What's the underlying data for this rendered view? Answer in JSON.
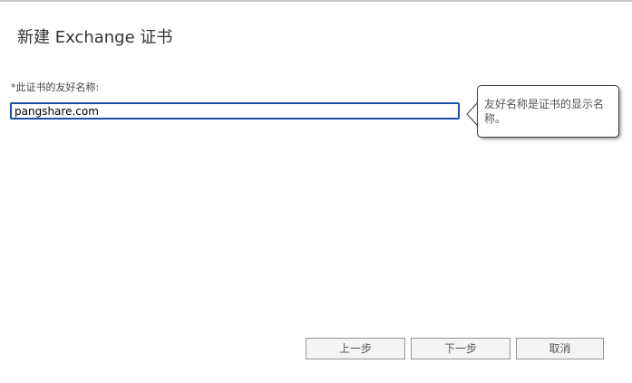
{
  "window": {
    "title": "新建 Exchange 证书"
  },
  "form": {
    "friendly_name_label": "*此证书的友好名称:",
    "friendly_name_value": "pangshare.com"
  },
  "tooltip": {
    "text": "友好名称是证书的显示名称。"
  },
  "buttons": {
    "back_label": "上一步",
    "next_label": "下一步",
    "cancel_label": "取消"
  },
  "colors": {
    "input_focus_border": "#1e4fa8",
    "button_border": "#8c959c",
    "button_background": "#f4f4f4"
  }
}
